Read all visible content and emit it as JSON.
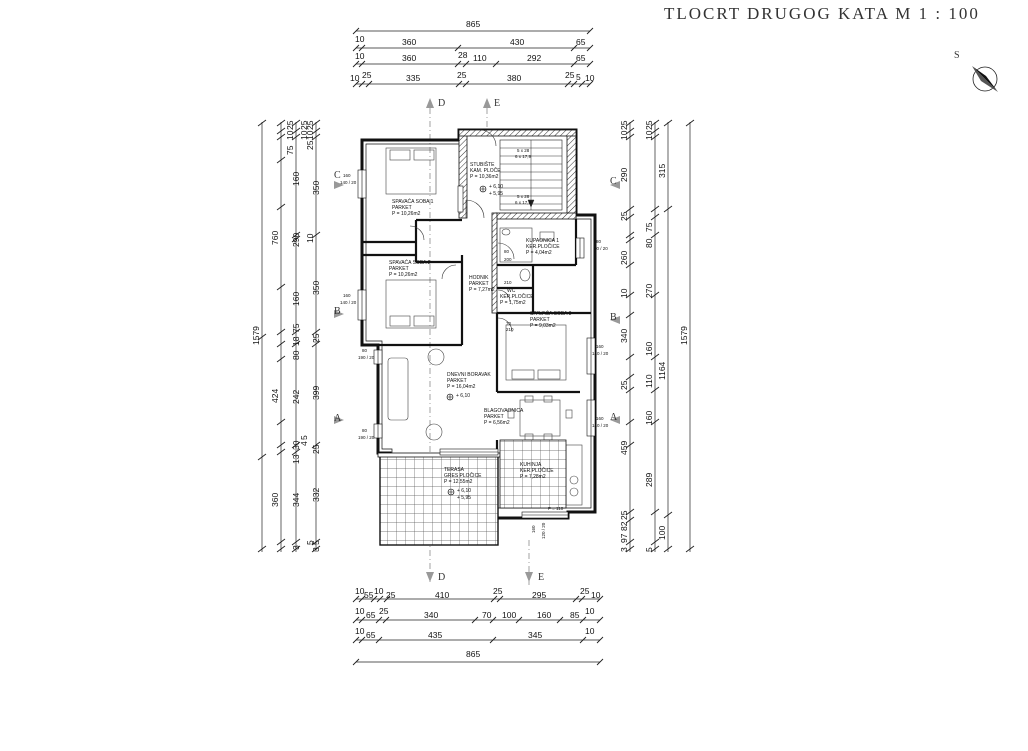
{
  "title": "TLOCRT   DRUGOG   KATA    M 1 : 100",
  "compass_letter": "S",
  "colors": {
    "line": "#1a1a1a",
    "wall": "#111111",
    "hatch": "#555555",
    "grid": "#444444"
  },
  "top_dims": {
    "row1": [
      "865"
    ],
    "row2": [
      "10",
      "360",
      "430",
      "65"
    ],
    "row3": [
      "10",
      "360",
      "28",
      "110",
      "292",
      "65"
    ],
    "row4": [
      "10",
      "25",
      "335",
      "25",
      "380",
      "25",
      "5",
      "10"
    ]
  },
  "bottom_dims": {
    "row1": [
      "10",
      "55",
      "10",
      "25",
      "410",
      "25",
      "295",
      "25",
      "10"
    ],
    "row2": [
      "10",
      "65",
      "25",
      "340",
      "70",
      "100",
      "160",
      "85",
      "10"
    ],
    "row3": [
      "10",
      "65",
      "435",
      "345",
      "10"
    ],
    "row4": [
      "865"
    ]
  },
  "left_dims": {
    "outer": "1579",
    "mid": [
      "760",
      "424",
      "360"
    ],
    "inner": [
      "25",
      "10",
      "75",
      "160",
      "290",
      "160",
      "75",
      "18",
      "80",
      "242",
      "30",
      "13",
      "344",
      "3"
    ],
    "inner2": [
      "25",
      "10",
      "25",
      "350",
      "10",
      "350",
      "25",
      "399",
      "25",
      "332",
      "5",
      "3"
    ],
    "micro": [
      "25",
      "10",
      "5",
      "4",
      "5",
      "25"
    ]
  },
  "right_dims": {
    "outer": "1579",
    "mid": [
      "315",
      "1164",
      "100"
    ],
    "inner": [
      "25",
      "10",
      "290",
      "25",
      "75",
      "80",
      "260",
      "10",
      "270",
      "340",
      "160",
      "25",
      "110",
      "160",
      "459",
      "289",
      "25",
      "82",
      "97",
      "3",
      "5"
    ],
    "inner2": [
      "25",
      "10",
      "315",
      "75",
      "10"
    ]
  },
  "sections": {
    "top": [
      "D",
      "E"
    ],
    "bottom": [
      "D",
      "E"
    ],
    "left": [
      "C",
      "B",
      "A"
    ],
    "right": [
      "C",
      "B",
      "A"
    ]
  },
  "rooms": [
    {
      "name": "SPAVAĆA SOBA 1",
      "floor": "PARKET",
      "area": "P = 10,26m2"
    },
    {
      "name": "STUBIŠTE",
      "floor": "KAM. PLOČE",
      "area": "P = 10,36m2"
    },
    {
      "name": "SPAVAĆA SOBA 2",
      "floor": "PARKET",
      "area": "P = 10,26m2"
    },
    {
      "name": "HODNIK",
      "floor": "PARKET",
      "area": "P = 7,27m2"
    },
    {
      "name": "KUPAONICA 1",
      "floor": "KER.PLOČICE",
      "area": "P = 4,04m2"
    },
    {
      "name": "WC",
      "floor": "KER.PLOČICE",
      "area": "P = 1,75m2"
    },
    {
      "name": "SPAVAĆA SOBA 3",
      "floor": "PARKET",
      "area": "P = 9,03m2"
    },
    {
      "name": "DNEVNI BORAVAK",
      "floor": "PARKET",
      "area": "P = 16,04m2"
    },
    {
      "name": "BLAGOVAONICA",
      "floor": "PARKET",
      "area": "P = 6,56m2"
    },
    {
      "name": "TERASA",
      "floor": "GRES PLOČICE",
      "area": "P = 12,55m2"
    },
    {
      "name": "KUHINJA",
      "floor": "KER.PLOČICE",
      "area": "P = 7,28m2"
    }
  ],
  "levels": [
    "+ 6,10",
    "+ 5,95"
  ],
  "window_labels": {
    "w160a": "160",
    "w160a_b": "140 / 20",
    "w160b": "160",
    "w160b_b": "140 / 20",
    "w80a": "80",
    "w80a_b": "190 / 20",
    "w80b": "80",
    "w80b_b": "190 / 20",
    "w80c": "80",
    "w80c_b": "40 / 20",
    "w160c": "160",
    "w160c_b": "140 / 20",
    "w160d": "160",
    "w160d_b": "140 / 20",
    "w160e": "160",
    "w160e_b": "120 / 20",
    "p110": "P = 110",
    "stair1": "5 x 28",
    "stair1b": "6 x 17,9",
    "stair2": "5 x 28",
    "stair2b": "6 x 17,9",
    "d200": "200",
    "d210": "210",
    "d70": "70",
    "d70b": "210",
    "d80": "80"
  }
}
